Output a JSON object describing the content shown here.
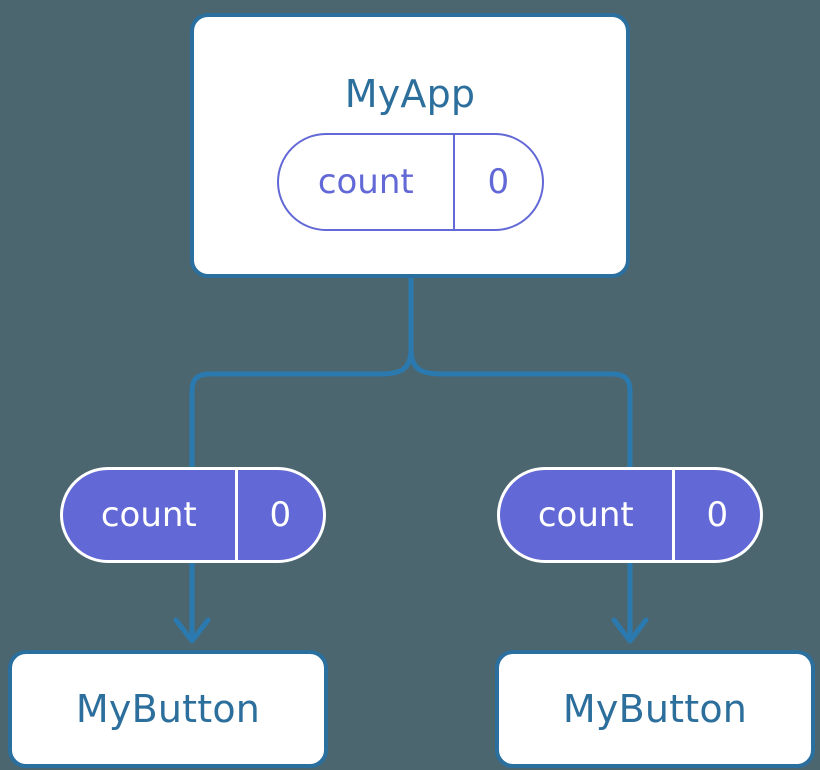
{
  "diagram": {
    "type": "component-state-propagation-tree",
    "background_color": "#4c6670",
    "palette": {
      "box_border": "#2a6f9e",
      "box_fill": "#ffffff",
      "title_text": "#2c6f9c",
      "pill_accent": "#6268d6",
      "pill_filled_text": "#ffffff",
      "connector": "#2a7ab0"
    },
    "root": {
      "title": "MyApp",
      "state": {
        "key": "count",
        "value": "0"
      }
    },
    "props": [
      {
        "key": "count",
        "value": "0"
      },
      {
        "key": "count",
        "value": "0"
      }
    ],
    "leaves": [
      {
        "title": "MyButton"
      },
      {
        "title": "MyButton"
      }
    ]
  }
}
